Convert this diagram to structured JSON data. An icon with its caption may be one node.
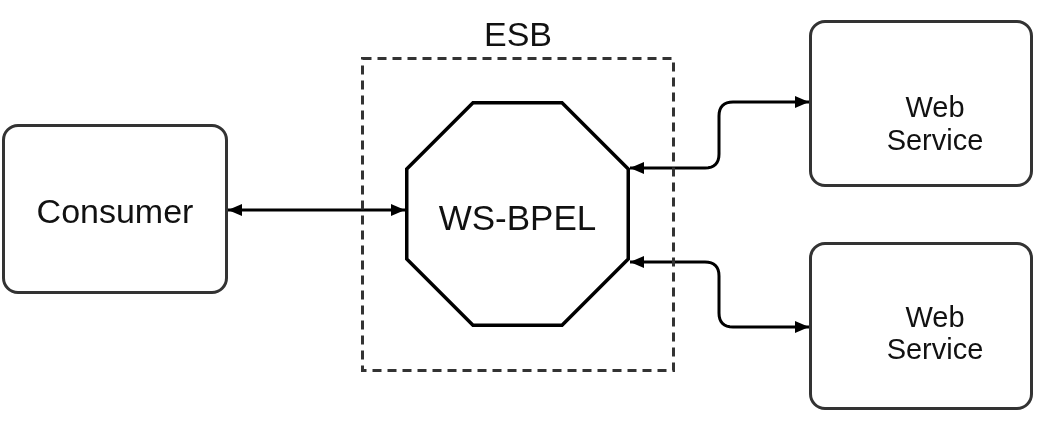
{
  "diagram": {
    "nodes": [
      {
        "text": [
          "Consumer"
        ]
      },
      {
        "text": [
          "ESB"
        ]
      },
      {
        "text": [
          "WS-BPEL"
        ],
        "in": 1
      },
      {
        "text": [
          "Web Service"
        ]
      },
      {
        "text": [
          "Web Service"
        ]
      }
    ],
    "edges": [
      {
        "from": 0,
        "to": 2,
        "arrow": "both"
      },
      {
        "from": 2,
        "to": 3,
        "arrow": "both"
      },
      {
        "from": 2,
        "to": 4,
        "arrow": "both"
      }
    ]
  }
}
